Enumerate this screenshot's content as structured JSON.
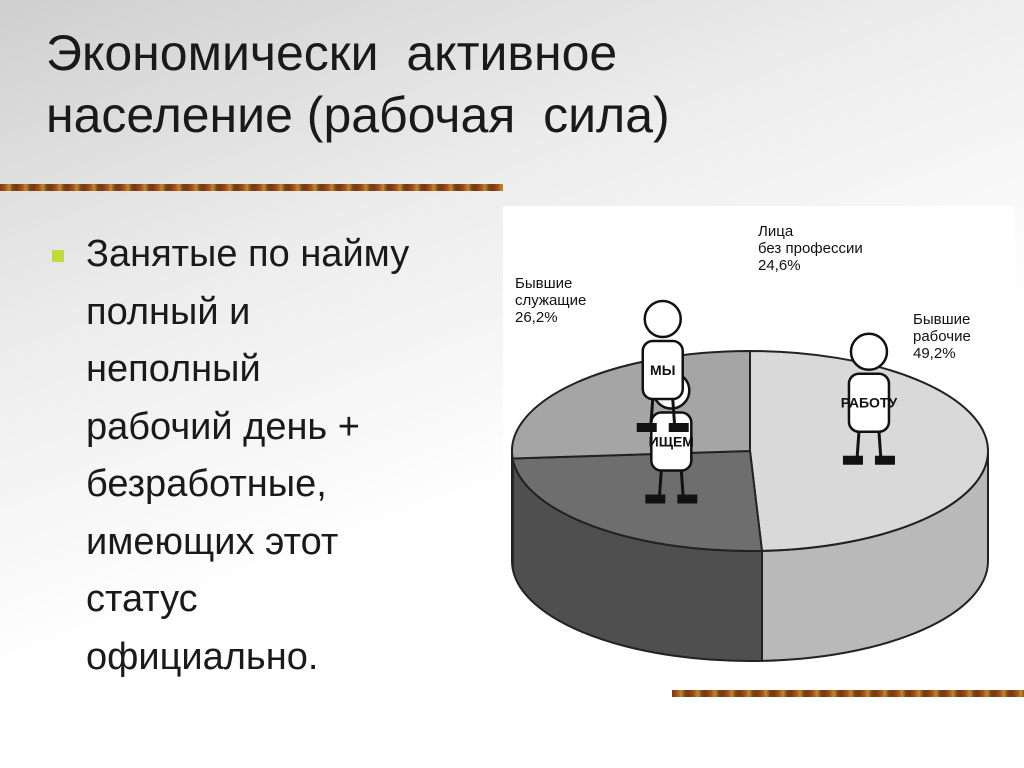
{
  "slide": {
    "title_lines": [
      "Экономически  активное",
      "население (рабочая  сила)"
    ],
    "bullet_lines": [
      "Занятые по найму",
      "полный и",
      "неполный",
      "рабочий день +",
      "безработные,",
      "имеющих этот",
      "статус",
      "официально."
    ]
  },
  "chart_data": {
    "type": "pie",
    "categories": [
      "Бывшие рабочие",
      "Лица без профессии",
      "Бывшие служащие"
    ],
    "values": [
      49.2,
      24.6,
      26.2
    ],
    "value_labels": [
      "49,2%",
      "24,6%",
      "26,2%"
    ],
    "label_lines": [
      [
        "Бывшие",
        "рабочие"
      ],
      [
        "Лица",
        "без профессии"
      ],
      [
        "Бывшие",
        "служащие"
      ]
    ],
    "colors": [
      "#d9d9d9",
      "#6e6e6e",
      "#a5a5a5"
    ],
    "side_colors": [
      "#b9b9b9",
      "#4f4f4f",
      "#8a8a8a"
    ],
    "signs": [
      "РАБОТУ",
      "ИЩЕМ",
      "МЫ"
    ],
    "style": "3d-pie-with-figures"
  },
  "colors": {
    "accent_bullet": "#c6d93a",
    "text": "#1a1a1a"
  }
}
